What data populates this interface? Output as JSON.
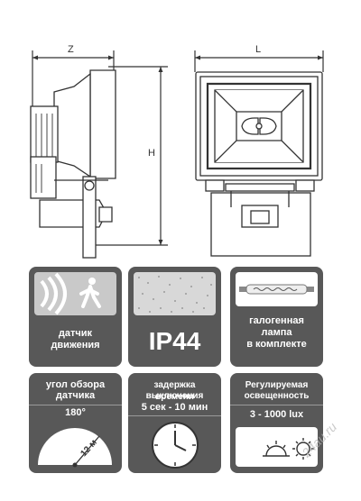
{
  "dimensions": {
    "z": "Z",
    "l": "L",
    "h": "H"
  },
  "tiles": {
    "motion_sensor": {
      "line1": "датчик",
      "line2": "движения"
    },
    "ip_rating": {
      "value": "IP44"
    },
    "halogen_lamp": {
      "line1": "галогенная",
      "line2": "лампа",
      "line3": "в комплекте"
    },
    "view_angle": {
      "line1": "угол обзора",
      "line2": "датчика",
      "angle": "180°",
      "range": "12 м"
    },
    "delay": {
      "line1": "задержка времени",
      "line2": "выключения",
      "value": "5 сек - 10 мин"
    },
    "lux": {
      "line1": "Регулируемая",
      "line2": "освещенность",
      "value": "3 - 1000 lux"
    }
  },
  "watermark": "24au.ru",
  "colors": {
    "tile": "#585858",
    "panel": "#c9c9c9",
    "line": "#333333"
  }
}
